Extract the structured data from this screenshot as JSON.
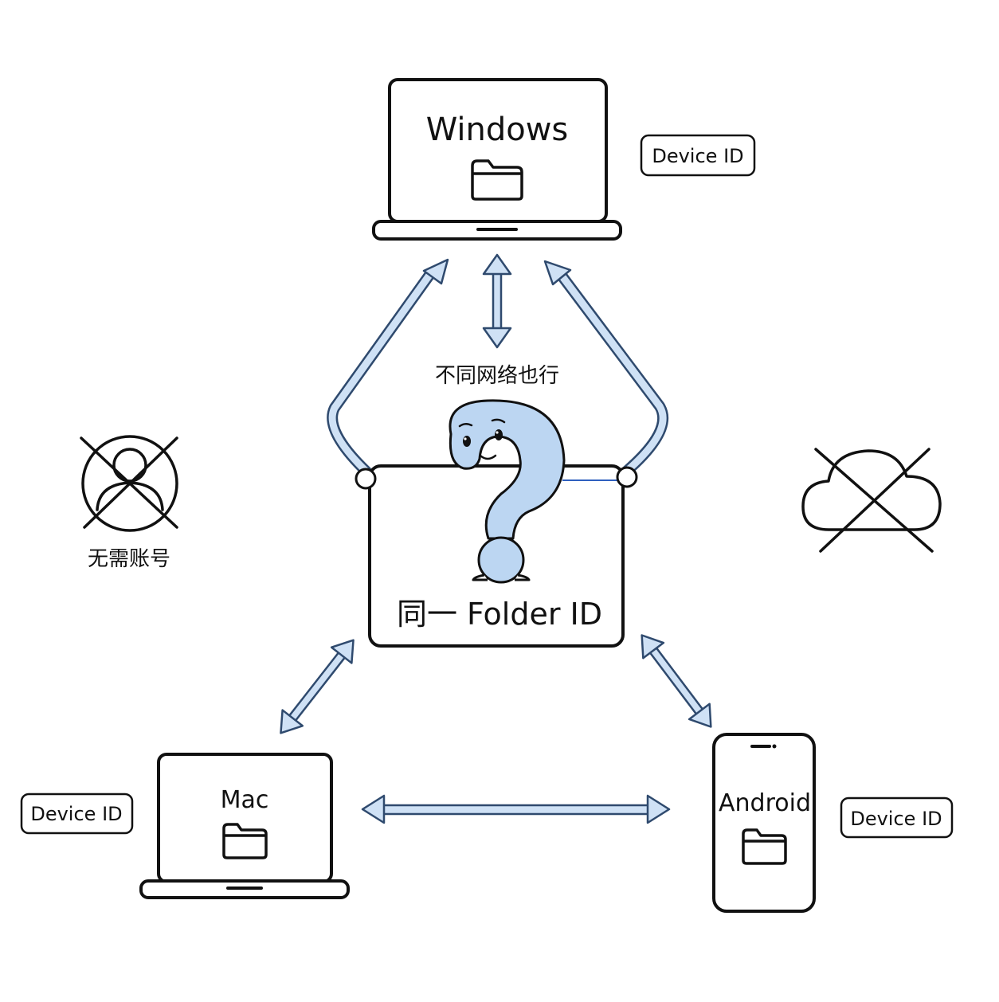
{
  "devices": {
    "windows": {
      "label": "Windows",
      "badge": "Device ID"
    },
    "mac": {
      "label": "Mac",
      "badge": "Device ID"
    },
    "android": {
      "label": "Android",
      "badge": "Device ID"
    }
  },
  "center": {
    "folder_label": "同一 Folder ID",
    "network_note": "不同网络也行"
  },
  "side_notes": {
    "no_account": "无需账号"
  },
  "icons": {
    "folder": "folder-icon",
    "question_mascot": "question-mark-mascot-icon",
    "no_account": "crossed-out-user-icon",
    "no_cloud": "crossed-out-cloud-icon"
  },
  "colors": {
    "ink": "#111111",
    "arrow_fill": "#cfe1f5",
    "arrow_stroke": "#2f4a6e",
    "mascot_fill": "#bcd6f2"
  }
}
